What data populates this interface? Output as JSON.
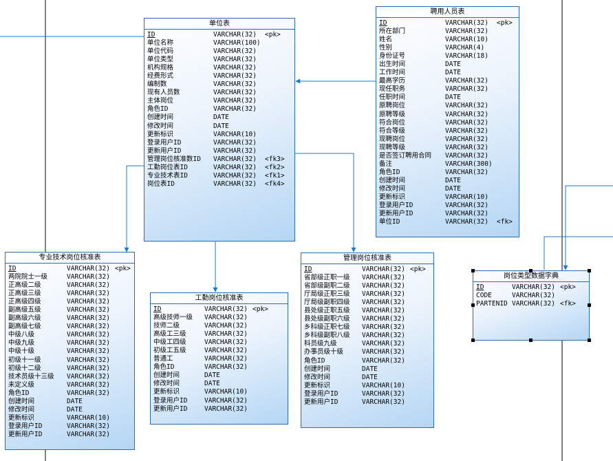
{
  "entities": [
    {
      "id": "danwei",
      "title": "单位表",
      "rows": [
        {
          "name": "ID",
          "type": "VARCHAR(32)",
          "key": "<pk>",
          "pk": true
        },
        {
          "name": "单位名称",
          "type": "VARCHAR(100)",
          "key": ""
        },
        {
          "name": "单位代码",
          "type": "VARCHAR(32)",
          "key": ""
        },
        {
          "name": "单位类型",
          "type": "VARCHAR(32)",
          "key": ""
        },
        {
          "name": "机构规格",
          "type": "VARCHAR(32)",
          "key": ""
        },
        {
          "name": "经费形式",
          "type": "VARCHAR(32)",
          "key": ""
        },
        {
          "name": "编制数",
          "type": "VARCHAR(32)",
          "key": ""
        },
        {
          "name": "现有人员数",
          "type": "VARCHAR(32)",
          "key": ""
        },
        {
          "name": "主体岗位",
          "type": "VARCHAR(32)",
          "key": ""
        },
        {
          "name": "角色ID",
          "type": "VARCHAR(32)",
          "key": ""
        },
        {
          "name": "创建时间",
          "type": "DATE",
          "key": ""
        },
        {
          "name": "修改时间",
          "type": "DATE",
          "key": ""
        },
        {
          "name": "更新标识",
          "type": "VARCHAR(10)",
          "key": ""
        },
        {
          "name": "登录用户ID",
          "type": "VARCHAR(32)",
          "key": ""
        },
        {
          "name": "更新用户ID",
          "type": "VARCHAR(32)",
          "key": ""
        },
        {
          "name": "管理岗位核准数ID",
          "type": "VARCHAR(32)",
          "key": "<fk3>"
        },
        {
          "name": "工勤岗位表ID",
          "type": "VARCHAR(32)",
          "key": "<fk2>"
        },
        {
          "name": "专业技术表ID",
          "type": "VARCHAR(32)",
          "key": "<fk1>"
        },
        {
          "name": "岗位表ID",
          "type": "VARCHAR(32)",
          "key": "<fk4>"
        }
      ]
    },
    {
      "id": "pinyong",
      "title": "聘用人员表",
      "rows": [
        {
          "name": "ID",
          "type": "VARCHAR(32)",
          "key": "<pk>",
          "pk": true
        },
        {
          "name": "所在部门",
          "type": "VARCHAR(32)",
          "key": ""
        },
        {
          "name": "姓名",
          "type": "VARCHAR(10)",
          "key": ""
        },
        {
          "name": "性别",
          "type": "VARCHAR(4)",
          "key": ""
        },
        {
          "name": "身份证号",
          "type": "VARCHAR(18)",
          "key": ""
        },
        {
          "name": "出生时间",
          "type": "DATE",
          "key": ""
        },
        {
          "name": "工作时间",
          "type": "DATE",
          "key": ""
        },
        {
          "name": "最高学历",
          "type": "VARCHAR(32)",
          "key": ""
        },
        {
          "name": "现任职务",
          "type": "VARCHAR(32)",
          "key": ""
        },
        {
          "name": "任职时间",
          "type": "DATE",
          "key": ""
        },
        {
          "name": "原聘岗位",
          "type": "VARCHAR(32)",
          "key": ""
        },
        {
          "name": "原聘等级",
          "type": "VARCHAR(32)",
          "key": ""
        },
        {
          "name": "符合岗位",
          "type": "VARCHAR(32)",
          "key": ""
        },
        {
          "name": "符合等级",
          "type": "VARCHAR(32)",
          "key": ""
        },
        {
          "name": "现聘岗位",
          "type": "VARCHAR(32)",
          "key": ""
        },
        {
          "name": "现聘等级",
          "type": "VARCHAR(32)",
          "key": ""
        },
        {
          "name": "是否签订聘用合同",
          "type": "VARCHAR(32)",
          "key": ""
        },
        {
          "name": "备注",
          "type": "VARCHAR(300)",
          "key": ""
        },
        {
          "name": "角色ID",
          "type": "VARCHAR(32)",
          "key": ""
        },
        {
          "name": "创建时间",
          "type": "DATE",
          "key": ""
        },
        {
          "name": "修改时间",
          "type": "DATE",
          "key": ""
        },
        {
          "name": "更新标识",
          "type": "VARCHAR(10)",
          "key": ""
        },
        {
          "name": "登录用户ID",
          "type": "VARCHAR(32)",
          "key": ""
        },
        {
          "name": "更新用户ID",
          "type": "VARCHAR(32)",
          "key": ""
        },
        {
          "name": "单位ID",
          "type": "VARCHAR(32)",
          "key": "<fk>"
        }
      ]
    },
    {
      "id": "zhuanye",
      "title": "专业技术岗位核准表",
      "rows": [
        {
          "name": "ID",
          "type": "VARCHAR(32)",
          "key": "<pk>",
          "pk": true
        },
        {
          "name": "两院院士一级",
          "type": "VARCHAR(32)",
          "key": ""
        },
        {
          "name": "正高级二级",
          "type": "VARCHAR(32)",
          "key": ""
        },
        {
          "name": "正高级三级",
          "type": "VARCHAR(32)",
          "key": ""
        },
        {
          "name": "正高级四级",
          "type": "VARCHAR(32)",
          "key": ""
        },
        {
          "name": "副高级五级",
          "type": "VARCHAR(32)",
          "key": ""
        },
        {
          "name": "副高级六级",
          "type": "VARCHAR(32)",
          "key": ""
        },
        {
          "name": "副高级七级",
          "type": "VARCHAR(32)",
          "key": ""
        },
        {
          "name": "中级八级",
          "type": "VARCHAR(32)",
          "key": ""
        },
        {
          "name": "中级九级",
          "type": "VARCHAR(32)",
          "key": ""
        },
        {
          "name": "中级十级",
          "type": "VARCHAR(32)",
          "key": ""
        },
        {
          "name": "初级十一级",
          "type": "VARCHAR(32)",
          "key": ""
        },
        {
          "name": "初级十二级",
          "type": "VARCHAR(32)",
          "key": ""
        },
        {
          "name": "技术员级十三级",
          "type": "VARCHAR(32)",
          "key": ""
        },
        {
          "name": "未定义级",
          "type": "VARCHAR(32)",
          "key": ""
        },
        {
          "name": "角色ID",
          "type": "VARCHAR(32)",
          "key": ""
        },
        {
          "name": "创建时间",
          "type": "DATE",
          "key": ""
        },
        {
          "name": "修改时间",
          "type": "DATE",
          "key": ""
        },
        {
          "name": "更新标识",
          "type": "VARCHAR(10)",
          "key": ""
        },
        {
          "name": "登录用户ID",
          "type": "VARCHAR(32)",
          "key": ""
        },
        {
          "name": "更新用户ID",
          "type": "VARCHAR(32)",
          "key": ""
        }
      ]
    },
    {
      "id": "gongqin",
      "title": "工勤岗位核准表",
      "rows": [
        {
          "name": "ID",
          "type": "VARCHAR(32)",
          "key": "<pk>",
          "pk": true
        },
        {
          "name": "高级技师一级",
          "type": "VARCHAR(32)",
          "key": ""
        },
        {
          "name": "技师二级",
          "type": "VARCHAR(32)",
          "key": ""
        },
        {
          "name": "高级工三级",
          "type": "VARCHAR(32)",
          "key": ""
        },
        {
          "name": "中级工四级",
          "type": "VARCHAR(32)",
          "key": ""
        },
        {
          "name": "初级工五级",
          "type": "VARCHAR(32)",
          "key": ""
        },
        {
          "name": "普通工",
          "type": "VARCHAR(32)",
          "key": ""
        },
        {
          "name": "角色ID",
          "type": "VARCHAR(32)",
          "key": ""
        },
        {
          "name": "创建时间",
          "type": "DATE",
          "key": ""
        },
        {
          "name": "修改时间",
          "type": "DATE",
          "key": ""
        },
        {
          "name": "更新标识",
          "type": "VARCHAR(10)",
          "key": ""
        },
        {
          "name": "登录用户ID",
          "type": "VARCHAR(32)",
          "key": ""
        },
        {
          "name": "更新用户ID",
          "type": "VARCHAR(32)",
          "key": ""
        }
      ]
    },
    {
      "id": "guanli",
      "title": "管理岗位核准表",
      "rows": [
        {
          "name": "ID",
          "type": "VARCHAR(32)",
          "key": "<pk>",
          "pk": true
        },
        {
          "name": "省部级正职一级",
          "type": "VARCHAR(32)",
          "key": ""
        },
        {
          "name": "省部级副职二级",
          "type": "VARCHAR(32)",
          "key": ""
        },
        {
          "name": "厅局级正职三级",
          "type": "VARCHAR(32)",
          "key": ""
        },
        {
          "name": "厅局级副职四级",
          "type": "VARCHAR(32)",
          "key": ""
        },
        {
          "name": "县处级正职五级",
          "type": "VARCHAR(32)",
          "key": ""
        },
        {
          "name": "县处级副职六级",
          "type": "VARCHAR(32)",
          "key": ""
        },
        {
          "name": "乡科级正职七级",
          "type": "VARCHAR(32)",
          "key": ""
        },
        {
          "name": "乡科级副职八级",
          "type": "VARCHAR(32)",
          "key": ""
        },
        {
          "name": "科员级九级",
          "type": "VARCHAR(32)",
          "key": ""
        },
        {
          "name": "办事员级十级",
          "type": "VARCHAR(32)",
          "key": ""
        },
        {
          "name": "角色ID",
          "type": "VARCHAR(32)",
          "key": ""
        },
        {
          "name": "创建时间",
          "type": "DATE",
          "key": ""
        },
        {
          "name": "修改时间",
          "type": "DATE",
          "key": ""
        },
        {
          "name": "更新标识",
          "type": "VARCHAR(10)",
          "key": ""
        },
        {
          "name": "登录用户ID",
          "type": "VARCHAR(32)",
          "key": ""
        },
        {
          "name": "更新用户ID",
          "type": "VARCHAR(32)",
          "key": ""
        }
      ]
    },
    {
      "id": "zidian",
      "title": "岗位类型数据字典",
      "rows": [
        {
          "name": "ID",
          "type": "VARCHAR(32)",
          "key": "<pk>",
          "pk": true
        },
        {
          "name": "CODE",
          "type": "VARCHAR(32)",
          "key": ""
        },
        {
          "name": "PARTENID",
          "type": "VARCHAR(32)",
          "key": "<fk>"
        }
      ]
    }
  ],
  "colors": {
    "border": "#2e6aa8",
    "connector": "#1f79c4",
    "gridline": "#000000",
    "selection_handle": "#000000"
  }
}
